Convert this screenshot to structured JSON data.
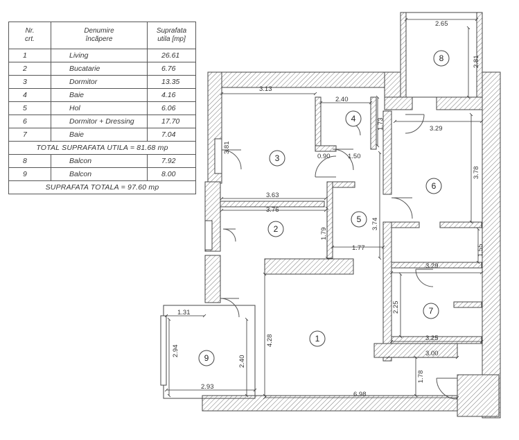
{
  "table": {
    "header": {
      "nr_line1": "Nr.",
      "nr_line2": "crt.",
      "name_line1": "Denumire",
      "name_line2": "încăpere",
      "area_line1": "Suprafata",
      "area_line2": "utila [mp]"
    },
    "rows": [
      {
        "nr": "1",
        "name": "Living",
        "area": "26.61"
      },
      {
        "nr": "2",
        "name": "Bucatarie",
        "area": "6.76"
      },
      {
        "nr": "3",
        "name": "Dormitor",
        "area": "13.35"
      },
      {
        "nr": "4",
        "name": "Baie",
        "area": "4.16"
      },
      {
        "nr": "5",
        "name": "Hol",
        "area": "6.06"
      },
      {
        "nr": "6",
        "name": "Dormitor + Dressing",
        "area": "17.70"
      },
      {
        "nr": "7",
        "name": "Baie",
        "area": "7.04"
      }
    ],
    "total_useful": "TOTAL SUPRAFATA UTILA = 81.68 mp",
    "balcony_rows": [
      {
        "nr": "8",
        "name": "Balcon",
        "area": "7.92"
      },
      {
        "nr": "9",
        "name": "Balcon",
        "area": "8.00"
      }
    ],
    "total": "SUPRAFATA TOTALA = 97.60 mp"
  },
  "plan": {
    "room_labels": [
      "1",
      "2",
      "3",
      "4",
      "5",
      "6",
      "7",
      "8",
      "9"
    ],
    "dimensions": {
      "d265": "2.65",
      "d281": "2.81",
      "d313": "3.13",
      "d240a": "2.40",
      "d173": "1.73",
      "d329a": "3.29",
      "d381": "3.81",
      "d090": "0.90",
      "d150": "1.50",
      "d378": "3.78",
      "d363": "3.63",
      "d376": "3.76",
      "d374": "3.74",
      "d179": "1.79",
      "d177": "1.77",
      "d155": "1.55",
      "d329b": "3.29",
      "d225": "2.25",
      "d325": "3.25",
      "d300": "3.00",
      "d428": "4.28",
      "d131": "1.31",
      "d294": "2.94",
      "d240b": "2.40",
      "d293": "2.93",
      "d178": "1.78",
      "d698": "6.98"
    }
  }
}
